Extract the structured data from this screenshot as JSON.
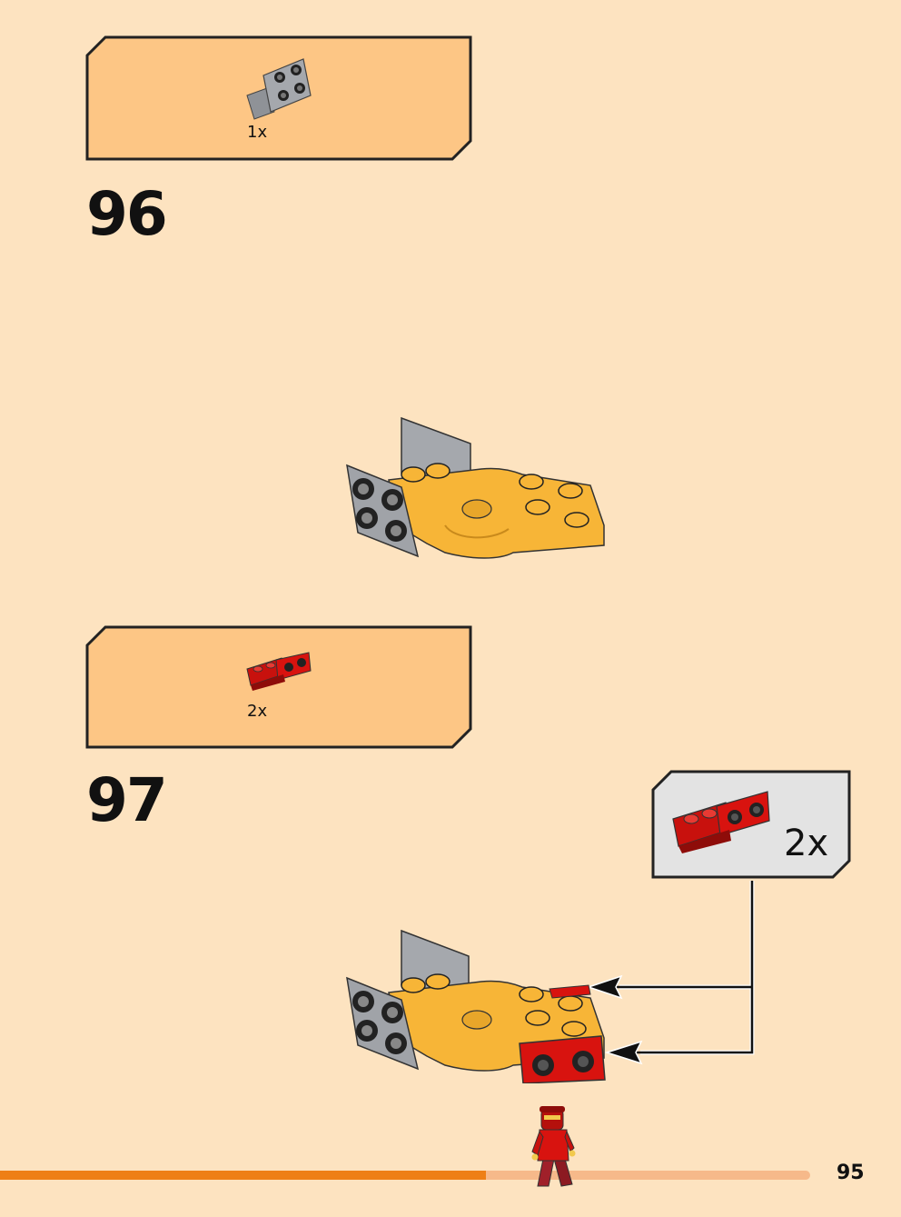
{
  "steps": [
    {
      "number": "96",
      "parts": [
        {
          "quantity": "1x",
          "part": "grey-bracket-1x2-2x2"
        }
      ]
    },
    {
      "number": "97",
      "parts": [
        {
          "quantity": "2x",
          "part": "red-bracket-1x2-1x2"
        }
      ],
      "callout": {
        "quantity": "2x",
        "part": "red-bracket-1x2-1x2"
      }
    }
  ],
  "page_number": "95",
  "progress": {
    "fraction": 0.6
  },
  "colors": {
    "page_background": "#fde3c0",
    "parts_panel": "#fdc685",
    "callout_panel": "#e3e3e3",
    "progress_done": "#ee7f16",
    "progress_remaining": "#f6b98a",
    "brick_yellow": "#f7b537",
    "brick_grey": "#a0a3a8",
    "brick_red": "#d8130f"
  }
}
